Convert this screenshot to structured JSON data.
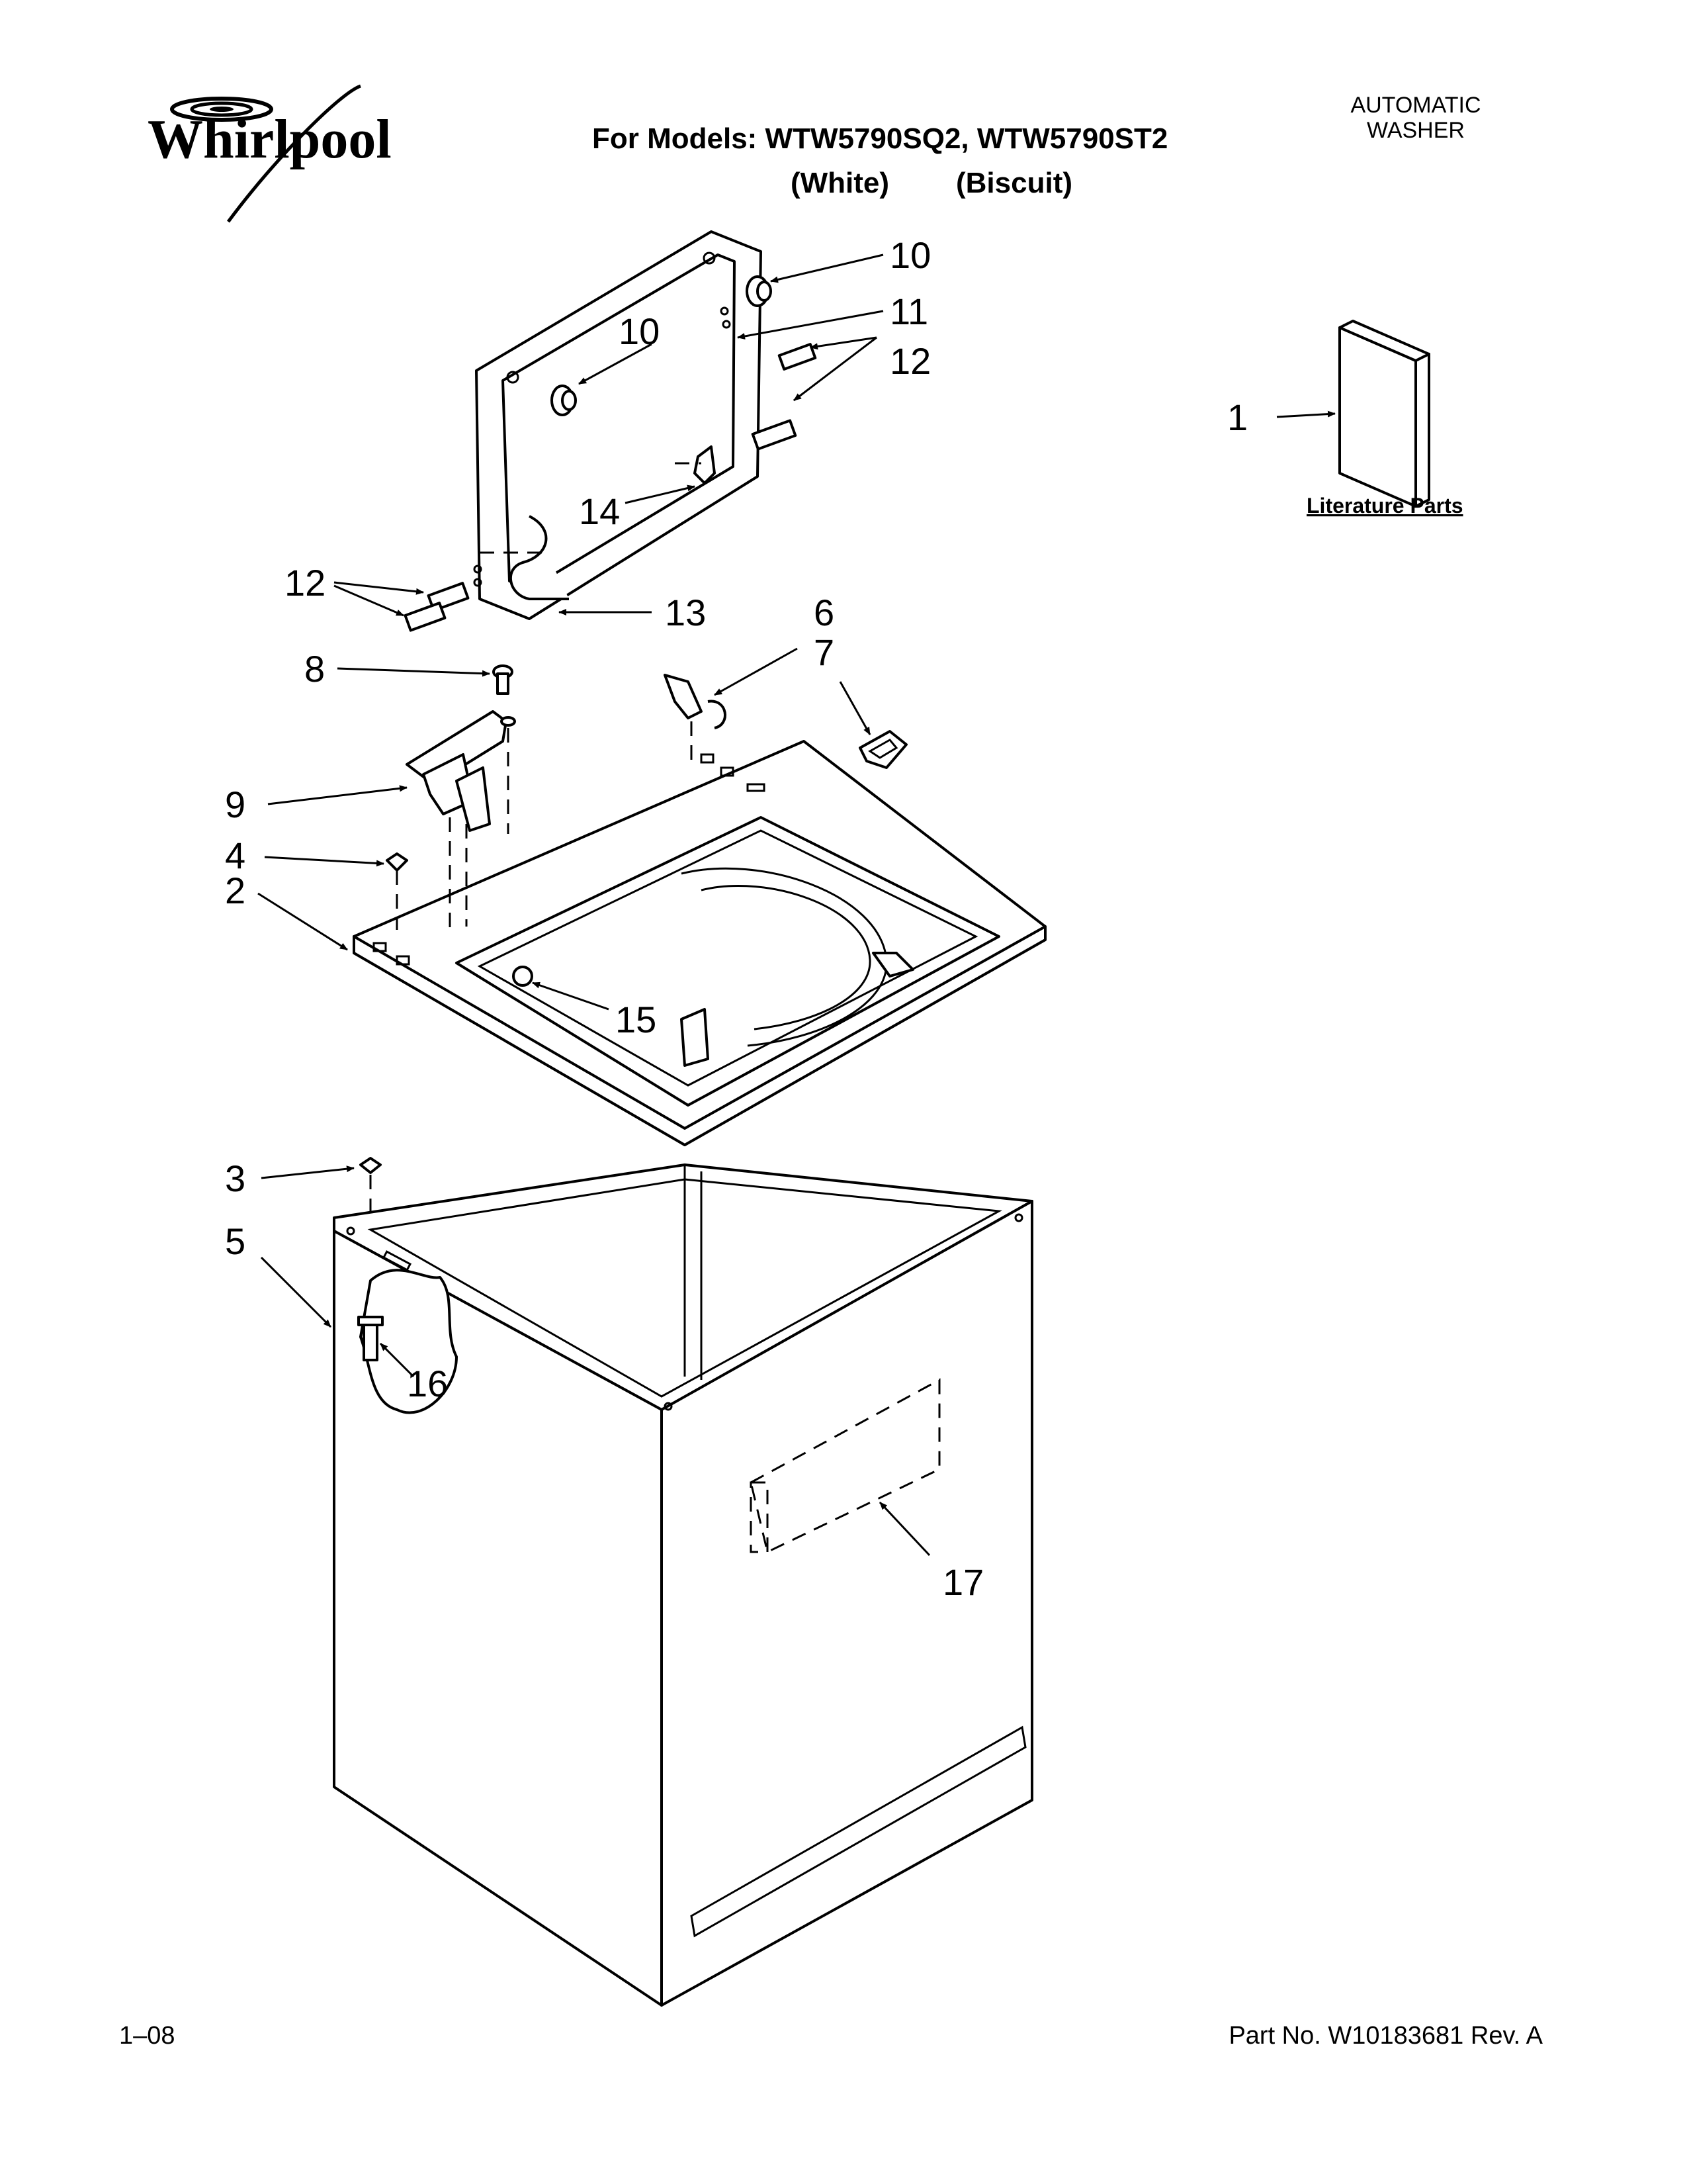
{
  "header": {
    "brand": "Whirlpool",
    "models_line": "For Models: WTW5790SQ2, WTW5790ST2",
    "color_1": "(White)",
    "color_2": "(Biscuit)",
    "doc_type_line1": "AUTOMATIC",
    "doc_type_line2": "WASHER"
  },
  "literature": {
    "label": "Literature Parts"
  },
  "callouts": {
    "c1": "1",
    "c2": "2",
    "c3": "3",
    "c4": "4",
    "c5": "5",
    "c6": "6",
    "c7": "7",
    "c8": "8",
    "c9": "9",
    "c10a": "10",
    "c10b": "10",
    "c11": "11",
    "c12a": "12",
    "c12b": "12",
    "c13": "13",
    "c14": "14",
    "c15": "15",
    "c16": "16",
    "c17": "17"
  },
  "footer": {
    "date": "1–08",
    "part_number": "Part No. W10183681 Rev. A"
  }
}
